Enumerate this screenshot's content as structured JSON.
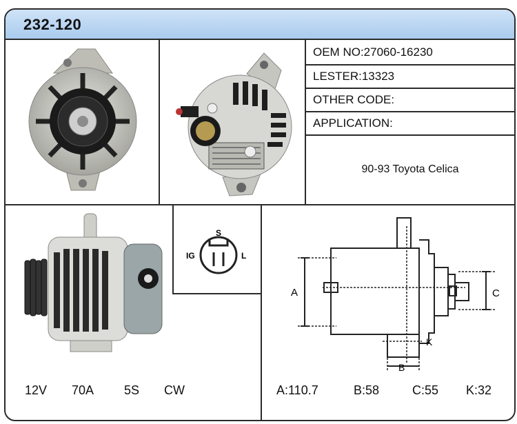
{
  "header": {
    "model": "232-120"
  },
  "info": {
    "oem_no": "OEM NO:27060-16230",
    "lester": "LESTER:13323",
    "other_code": "OTHER CODE:",
    "application_label": "APPLICATION:",
    "application_value": "90-93 Toyota Celica"
  },
  "connector": {
    "pin_s": "S",
    "pin_ig": "IG",
    "pin_l": "L"
  },
  "specs": {
    "voltage": "12V",
    "amperage": "70A",
    "pulley": "5S",
    "rotation": "CW"
  },
  "dimensions": {
    "labels": {
      "a": "A",
      "b": "B",
      "c": "C",
      "k": "K"
    },
    "a_value": "A:110.7",
    "b_value": "B:58",
    "c_value": "C:55",
    "k_value": "K:32"
  },
  "icons": [
    "alternator-front-photo",
    "alternator-rear-photo",
    "alternator-side-photo",
    "connector-plug-diagram",
    "dimension-drawing"
  ]
}
